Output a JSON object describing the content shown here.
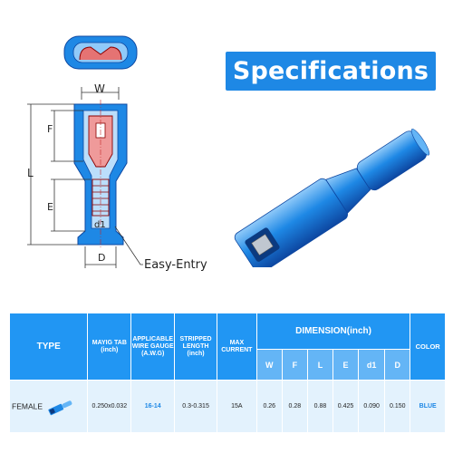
{
  "banner": {
    "title": "Specifications"
  },
  "diagram": {
    "labels": {
      "W": "W",
      "F": "F",
      "L": "L",
      "E": "E",
      "d1": "d1",
      "D": "D"
    },
    "callout": "Easy-Entry"
  },
  "table": {
    "headers": {
      "type": "TYPE",
      "tab": [
        "MAYIG TAB",
        "(inch)"
      ],
      "gauge": [
        "APPLICABLE",
        "WIRE GAUGE",
        "(A.W.G)"
      ],
      "stripped": [
        "STRIPPED",
        "LENGTH",
        "(inch)"
      ],
      "current": [
        "MAX",
        "CURRENT"
      ],
      "dimension": "DIMENSION(inch)",
      "color": "COLOR",
      "dims": [
        "W",
        "F",
        "L",
        "E",
        "d1",
        "D"
      ]
    },
    "row": {
      "type": "FEMALE",
      "tab": "0.250x0.032",
      "gauge": "16-14",
      "stripped": "0.3-0.315",
      "current": "15A",
      "dims": [
        "0.26",
        "0.28",
        "0.88",
        "0.425",
        "0.090",
        "0.150"
      ],
      "color": "BLUE"
    }
  },
  "colors": {
    "accent": "#1e88e5",
    "header": "#2196f3",
    "cell": "#e3f2fd"
  }
}
